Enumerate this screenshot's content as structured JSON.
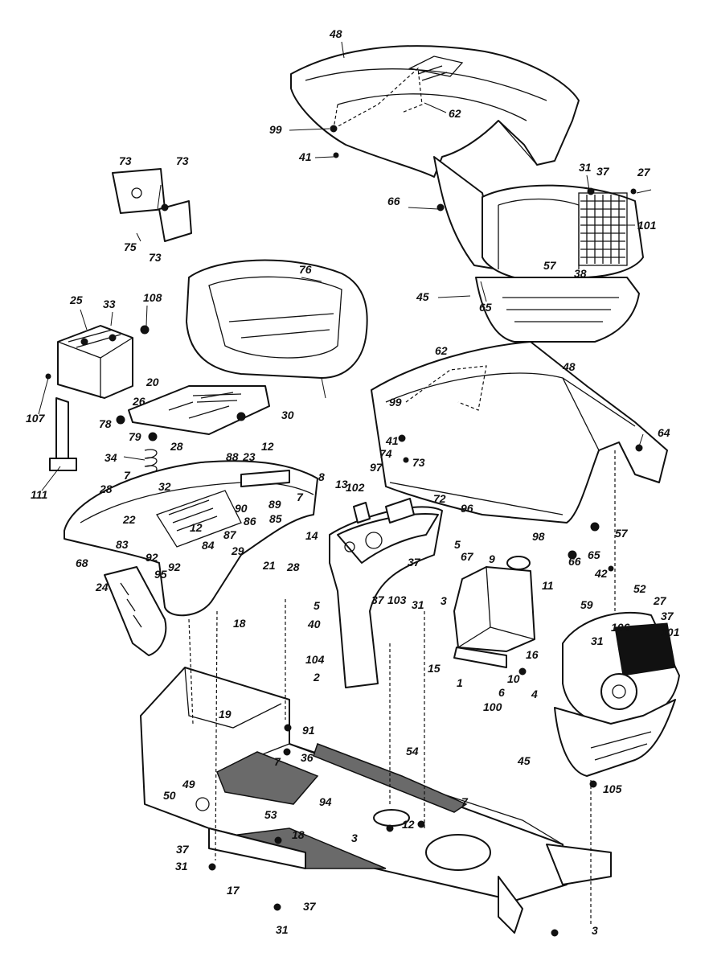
{
  "diagram": {
    "callouts": [
      {
        "id": "48a",
        "label": "48"
      },
      {
        "id": "62a",
        "label": "62"
      },
      {
        "id": "99a",
        "label": "99"
      },
      {
        "id": "41a",
        "label": "41"
      },
      {
        "id": "66a",
        "label": "66"
      },
      {
        "id": "31a",
        "label": "31"
      },
      {
        "id": "37a",
        "label": "37"
      },
      {
        "id": "27a",
        "label": "27"
      },
      {
        "id": "101a",
        "label": "101"
      },
      {
        "id": "57a",
        "label": "57"
      },
      {
        "id": "38a",
        "label": "38"
      },
      {
        "id": "45a",
        "label": "45"
      },
      {
        "id": "65a",
        "label": "65"
      },
      {
        "id": "73a",
        "label": "73"
      },
      {
        "id": "73b",
        "label": "73"
      },
      {
        "id": "75a",
        "label": "75"
      },
      {
        "id": "73c",
        "label": "73"
      },
      {
        "id": "76a",
        "label": "76"
      },
      {
        "id": "25a",
        "label": "25"
      },
      {
        "id": "33a",
        "label": "33"
      },
      {
        "id": "108a",
        "label": "108"
      },
      {
        "id": "107a",
        "label": "107"
      },
      {
        "id": "20a",
        "label": "20"
      },
      {
        "id": "26a",
        "label": "26"
      },
      {
        "id": "30a",
        "label": "30"
      },
      {
        "id": "78a",
        "label": "78"
      },
      {
        "id": "79a",
        "label": "79"
      },
      {
        "id": "34a",
        "label": "34"
      },
      {
        "id": "111a",
        "label": "111"
      },
      {
        "id": "28a",
        "label": "28"
      },
      {
        "id": "12a",
        "label": "12"
      },
      {
        "id": "88a",
        "label": "88"
      },
      {
        "id": "23a",
        "label": "23"
      },
      {
        "id": "7a",
        "label": "7"
      },
      {
        "id": "32a",
        "label": "32"
      },
      {
        "id": "28b",
        "label": "28"
      },
      {
        "id": "7b",
        "label": "7"
      },
      {
        "id": "90a",
        "label": "90"
      },
      {
        "id": "89a",
        "label": "89"
      },
      {
        "id": "22a",
        "label": "22"
      },
      {
        "id": "86a",
        "label": "86"
      },
      {
        "id": "85a",
        "label": "85"
      },
      {
        "id": "12b",
        "label": "12"
      },
      {
        "id": "87a",
        "label": "87"
      },
      {
        "id": "83a",
        "label": "83"
      },
      {
        "id": "92a",
        "label": "92"
      },
      {
        "id": "84a",
        "label": "84"
      },
      {
        "id": "92b",
        "label": "92"
      },
      {
        "id": "68a",
        "label": "68"
      },
      {
        "id": "95a",
        "label": "95"
      },
      {
        "id": "29a",
        "label": "29"
      },
      {
        "id": "21a",
        "label": "21"
      },
      {
        "id": "28c",
        "label": "28"
      },
      {
        "id": "24a",
        "label": "24"
      },
      {
        "id": "18a",
        "label": "18"
      },
      {
        "id": "14a",
        "label": "14"
      },
      {
        "id": "8a",
        "label": "8"
      },
      {
        "id": "13a",
        "label": "13"
      },
      {
        "id": "102a",
        "label": "102"
      },
      {
        "id": "97a",
        "label": "97"
      },
      {
        "id": "74a",
        "label": "74"
      },
      {
        "id": "73d",
        "label": "73"
      },
      {
        "id": "72a",
        "label": "72"
      },
      {
        "id": "96a",
        "label": "96"
      },
      {
        "id": "62b",
        "label": "62"
      },
      {
        "id": "48b",
        "label": "48"
      },
      {
        "id": "99b",
        "label": "99"
      },
      {
        "id": "41b",
        "label": "41"
      },
      {
        "id": "64a",
        "label": "64"
      },
      {
        "id": "57b",
        "label": "57"
      },
      {
        "id": "98a",
        "label": "98"
      },
      {
        "id": "66b",
        "label": "66"
      },
      {
        "id": "65b",
        "label": "65"
      },
      {
        "id": "42a",
        "label": "42"
      },
      {
        "id": "52a",
        "label": "52"
      },
      {
        "id": "59a",
        "label": "59"
      },
      {
        "id": "27b",
        "label": "27"
      },
      {
        "id": "37b",
        "label": "37"
      },
      {
        "id": "101b",
        "label": "101"
      },
      {
        "id": "106a",
        "label": "106"
      },
      {
        "id": "31b",
        "label": "31"
      },
      {
        "id": "9a",
        "label": "9"
      },
      {
        "id": "11a",
        "label": "11"
      },
      {
        "id": "67a",
        "label": "67"
      },
      {
        "id": "5a",
        "label": "5"
      },
      {
        "id": "37c",
        "label": "37"
      },
      {
        "id": "31c",
        "label": "31"
      },
      {
        "id": "5b",
        "label": "5"
      },
      {
        "id": "40a",
        "label": "40"
      },
      {
        "id": "37d",
        "label": "37"
      },
      {
        "id": "103a",
        "label": "103"
      },
      {
        "id": "3a",
        "label": "3"
      },
      {
        "id": "104a",
        "label": "104"
      },
      {
        "id": "2a",
        "label": "2"
      },
      {
        "id": "15a",
        "label": "15"
      },
      {
        "id": "1a",
        "label": "1"
      },
      {
        "id": "16a",
        "label": "16"
      },
      {
        "id": "10a",
        "label": "10"
      },
      {
        "id": "6a",
        "label": "6"
      },
      {
        "id": "4a",
        "label": "4"
      },
      {
        "id": "100a",
        "label": "100"
      },
      {
        "id": "45b",
        "label": "45"
      },
      {
        "id": "105a",
        "label": "105"
      },
      {
        "id": "19a",
        "label": "19"
      },
      {
        "id": "91a",
        "label": "91"
      },
      {
        "id": "36a",
        "label": "36"
      },
      {
        "id": "7c",
        "label": "7"
      },
      {
        "id": "54a",
        "label": "54"
      },
      {
        "id": "7d",
        "label": "7"
      },
      {
        "id": "12c",
        "label": "12"
      },
      {
        "id": "3b",
        "label": "3"
      },
      {
        "id": "49a",
        "label": "49"
      },
      {
        "id": "50a",
        "label": "50"
      },
      {
        "id": "53a",
        "label": "53"
      },
      {
        "id": "94a",
        "label": "94"
      },
      {
        "id": "18b",
        "label": "18"
      },
      {
        "id": "37e",
        "label": "37"
      },
      {
        "id": "31d",
        "label": "31"
      },
      {
        "id": "17a",
        "label": "17"
      },
      {
        "id": "37f",
        "label": "37"
      },
      {
        "id": "31e",
        "label": "31"
      },
      {
        "id": "3c",
        "label": "3"
      }
    ]
  }
}
